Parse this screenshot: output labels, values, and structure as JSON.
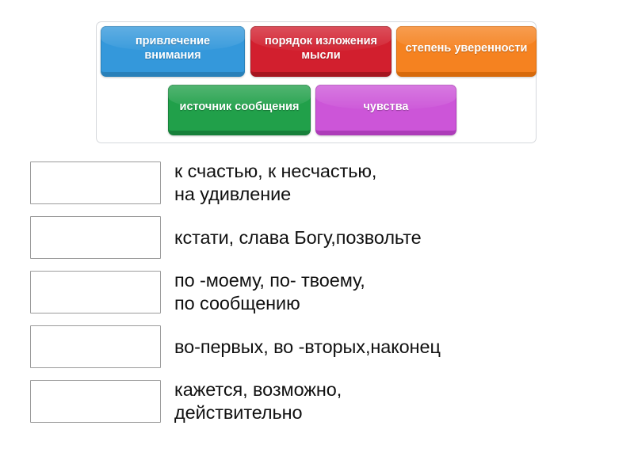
{
  "activity": {
    "type": "match-up",
    "tile_panel": {
      "rows": [
        [
          {
            "id": "tile-1",
            "label": "привлечение\nвнимания",
            "color": "#3498db",
            "edge_color": "#2980b9"
          },
          {
            "id": "tile-2",
            "label": "порядок\nизложения мысли",
            "color": "#d21f2e",
            "edge_color": "#a5151f"
          },
          {
            "id": "tile-3",
            "label": "степень\nуверенности",
            "color": "#f58220",
            "edge_color": "#d76a0c"
          }
        ],
        [
          {
            "id": "tile-4",
            "label": "источник\nсообщения",
            "color": "#21a04a",
            "edge_color": "#17803a"
          },
          {
            "id": "tile-5",
            "label": "чувства",
            "color": "#cc55d8",
            "edge_color": "#ad3cb9"
          }
        ]
      ]
    },
    "questions": [
      {
        "dropzone_value": "",
        "text": "к счастью, к несчастью,\nна удивление"
      },
      {
        "dropzone_value": "",
        "text": "кстати, слава Богу,позвольте"
      },
      {
        "dropzone_value": "",
        "text": "по -моему, по- твоему,\nпо сообщению"
      },
      {
        "dropzone_value": "",
        "text": "во-первых, во -вторых,наконец"
      },
      {
        "dropzone_value": "",
        "text": "кажется, возможно,\nдействительно"
      }
    ]
  },
  "colors": {
    "page_background": "#ffffff",
    "panel_border": "#d5d8dc",
    "dropzone_border": "#9b9b9b",
    "text": "#111111",
    "tile_text": "#ffffff"
  }
}
